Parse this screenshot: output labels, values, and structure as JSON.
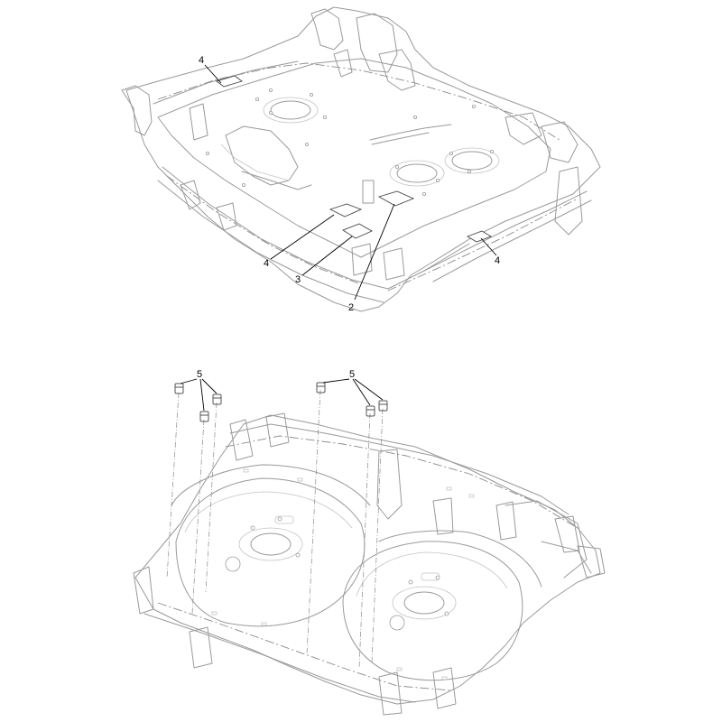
{
  "callouts": {
    "top_4_upper": "4",
    "top_4_left": "4",
    "top_3": "3",
    "top_2": "2",
    "top_4_right": "4",
    "bottom_5_left": "5",
    "bottom_5_right": "5"
  }
}
